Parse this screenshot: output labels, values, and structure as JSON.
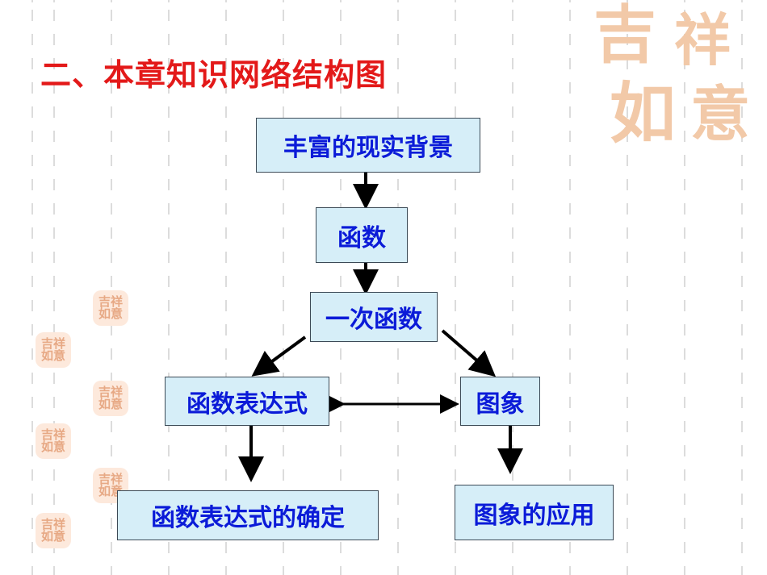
{
  "title": "二、本章知识网络结构图",
  "decoration": {
    "seal_text": "吉祥如意"
  },
  "nodes": {
    "real_background": "丰富的现实背景",
    "function": "函数",
    "linear_function": "一次函数",
    "expression": "函数表达式",
    "graph": "图象",
    "expression_determination": "函数表达式的确定",
    "graph_application": "图象的应用"
  },
  "colors": {
    "title": "#e31919",
    "box_fill": "#d6eef8",
    "box_text": "#0b1bd8",
    "arrow": "#000000"
  }
}
